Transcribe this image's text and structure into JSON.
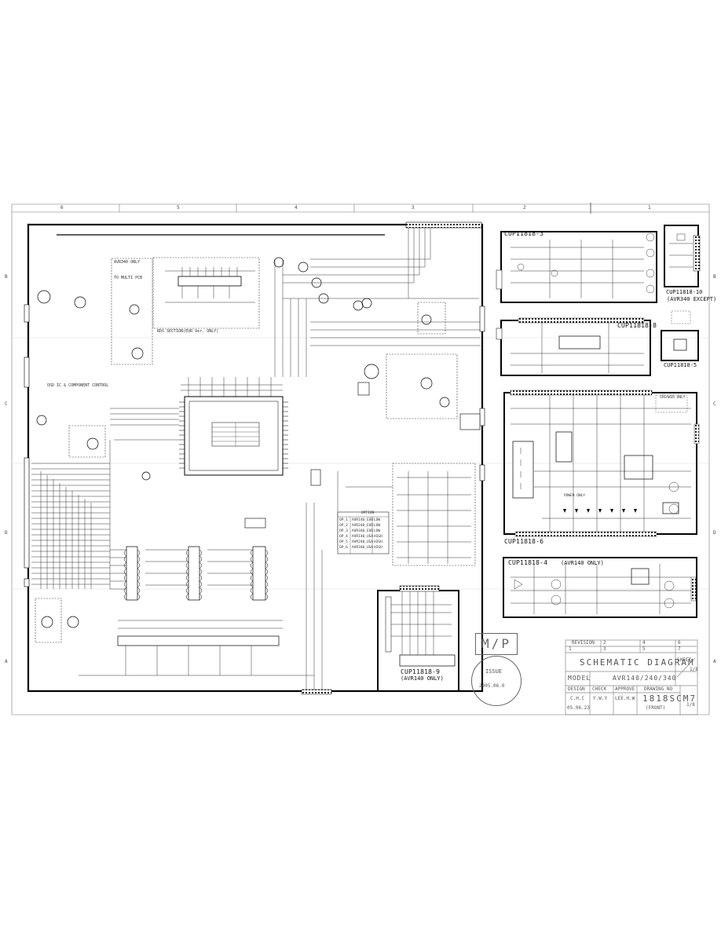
{
  "grid": {
    "columns": [
      "6",
      "5",
      "4",
      "3",
      "2",
      "1"
    ],
    "rows": [
      "B",
      "C",
      "D",
      "A"
    ]
  },
  "labels": {
    "avr340_only": "AVR340 ONLY",
    "to_multi_pcb": "TO MULTI PCB",
    "rds_section": "RDS SECTION(EUR Ver. ONLY)",
    "osd_ic": "OSD IC & COMPONENT CONTROL",
    "option": "OPTION",
    "cup_3": "CUP11818-3",
    "cup_10": "CUP11818-10",
    "cup_10_sub": "(AVR340 EXCEPT)",
    "cup_8": "CUP11818-8",
    "cup_5": "CUP11818-5",
    "cup_6": "CUP11818-6",
    "cup_4": "CUP11818-4",
    "cup_4_sub": "(AVR140 ONLY)",
    "cup_9": "CUP11818-9",
    "cup_9_sub": "(AVR140 ONLY)",
    "power_only": "POWER ONLY",
    "speaker_only": "SPEAKER ONLY"
  },
  "title_block": {
    "revision_label": "REVISION",
    "revision_numbers": [
      "1",
      "2",
      "3",
      "4",
      "5",
      "6",
      "7"
    ],
    "sheet_label": "SHEET",
    "sheet_value": "1/8",
    "title": "SCHEMATIC DIAGRAM",
    "model_label": "MODEL",
    "model_value": "AVR140/240/340",
    "design_label": "DESIGN",
    "check_label": "CHECK",
    "approve_label": "APPROVE",
    "drawing_no_label": "DRAWING NO",
    "design_value": "C.H.C",
    "check_value": "Y.W.Y",
    "approve_value": "LEE.H.W",
    "drawing_no_value": "1818SCM7",
    "date_value": "05.06.23",
    "front_value": "(FRONT)",
    "sheet_corner": "1/8"
  },
  "stamp": {
    "mp": "M/P",
    "issue": "ISSUE",
    "issue_date": "2005.06.0"
  },
  "option_table": [
    [
      "OP_1",
      "AVR140_EUR",
      "LOW"
    ],
    [
      "OP_2",
      "AVR240_EUR",
      "LOW"
    ],
    [
      "OP_3",
      "AVR340_EUR",
      "LOW"
    ],
    [
      "OP_4",
      "AVR140_USA",
      "HIGH"
    ],
    [
      "OP_5",
      "AVR240_USA",
      "HIGH"
    ],
    [
      "OP_6",
      "AVR340_USA",
      "HIGH"
    ]
  ]
}
